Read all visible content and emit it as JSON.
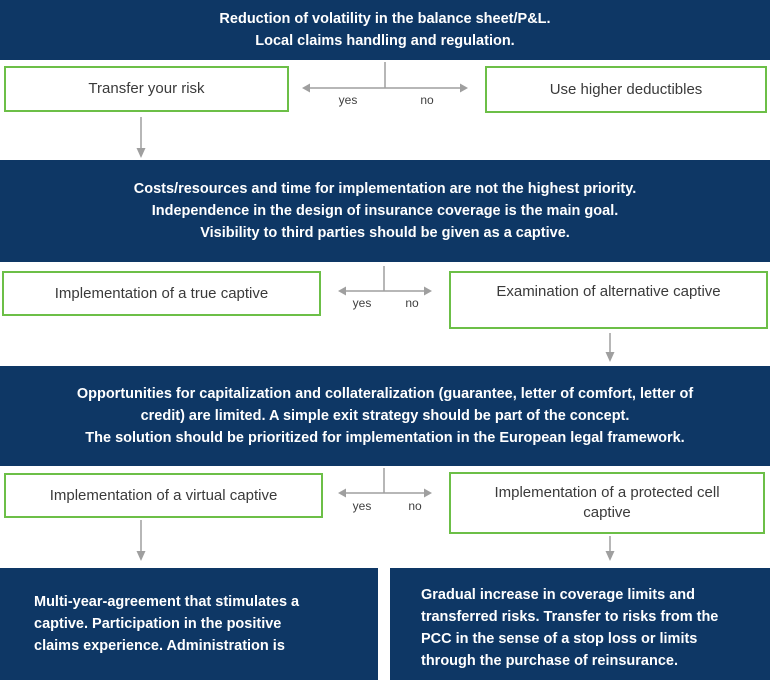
{
  "colors": {
    "navy": "#0e3765",
    "green_border": "#6cbf47",
    "arrow_gray": "#9f9f9f",
    "box_text": "#3a3a3a",
    "banner_text": "#ffffff"
  },
  "banners": [
    {
      "lines": [
        "Reduction of volatility in the balance sheet/P&L.",
        "Local claims handling and regulation."
      ]
    },
    {
      "lines": [
        "Costs/resources and time for implementation are not the highest priority.",
        "Independence in the design of insurance coverage is the main goal.",
        "Visibility to third parties should be given as a captive."
      ]
    },
    {
      "lines": [
        "Opportunities for capitalization and collateralization (guarantee, letter of comfort, letter of",
        "credit) are limited. A simple exit strategy should be part of the concept.",
        "The solution should be prioritized for implementation in the European legal framework."
      ]
    }
  ],
  "decisions": [
    {
      "yes": "yes",
      "no": "no"
    },
    {
      "yes": "yes",
      "no": "no"
    },
    {
      "yes": "yes",
      "no": "no"
    }
  ],
  "option_boxes": {
    "transfer_risk": "Transfer your risk",
    "higher_deductibles": "Use higher deductibles",
    "true_captive": "Implementation of a true captive",
    "alternative_captive": "Examination of alternative captive",
    "virtual_captive": "Implementation of a virtual captive",
    "protected_cell_captive": "Implementation of a protected cell captive"
  },
  "outcomes": {
    "virtual_captive_result": {
      "lines": [
        "Multi-year-agreement that stimulates a",
        "captive. Participation in the positive",
        "claims experience. Administration is"
      ]
    },
    "pcc_result": {
      "lines": [
        "Gradual increase in coverage limits and",
        "transferred risks. Transfer to risks from the",
        "PCC in the sense of a stop loss or limits",
        "through the purchase of reinsurance."
      ]
    }
  }
}
